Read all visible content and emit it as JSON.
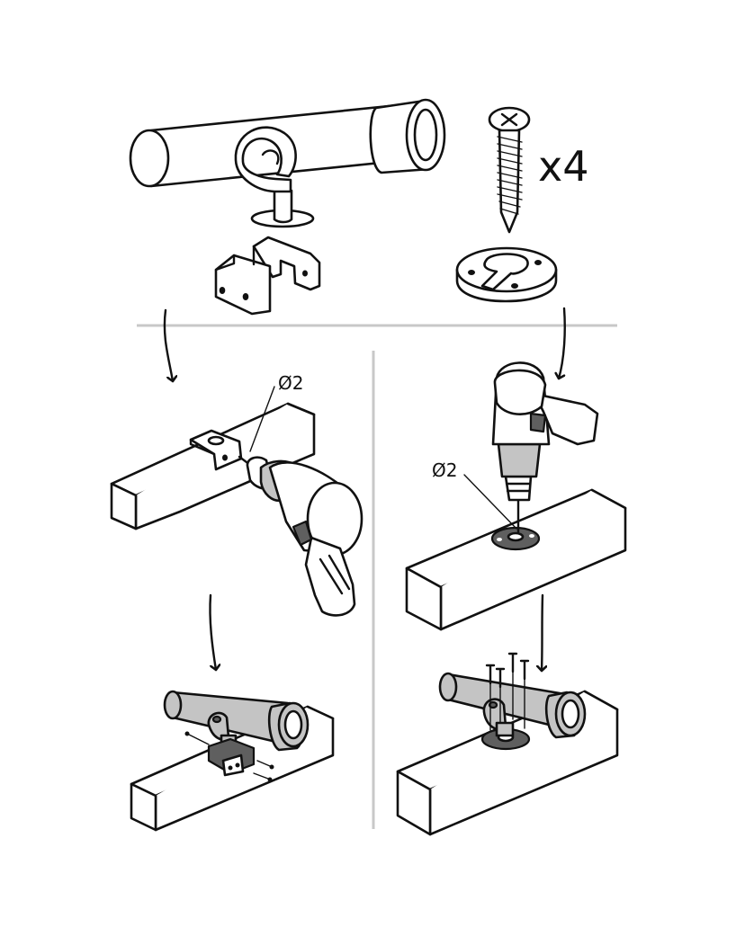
{
  "parts": {
    "screw_quantity": "x4"
  },
  "steps": {
    "left_drill_size": "Ø2",
    "right_drill_size": "Ø2"
  },
  "colors": {
    "outline": "#111111",
    "separator": "#c8c8c8",
    "tube_fill": "#c4c4c4",
    "dark_part": "#5f5f5f"
  },
  "icons": [
    "telescope-tube",
    "hook-mount",
    "u-bracket",
    "screw",
    "round-base-plate",
    "arrow",
    "timber-beam",
    "power-drill"
  ]
}
